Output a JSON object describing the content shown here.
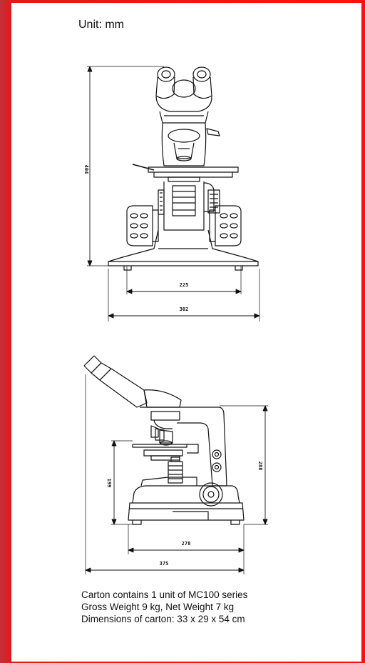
{
  "unit_label": "Unit: mm",
  "front_view": {
    "height_dim": "404",
    "inner_width_dim": "225",
    "outer_width_dim": "302"
  },
  "side_view": {
    "total_height_dim": "288",
    "stage_height_dim": "199",
    "base_depth_dim": "278",
    "total_depth_dim": "375"
  },
  "carton": {
    "line1": "Carton contains 1 unit of MC100 series",
    "line2": "Gross Weight  9 kg, Net Weight 7 kg",
    "line3": "Dimensions of carton:  33 x 29 x 54 cm"
  },
  "colors": {
    "border_red": "#ff0f0f",
    "sheet": "#ffffff",
    "ink": "#111111"
  }
}
